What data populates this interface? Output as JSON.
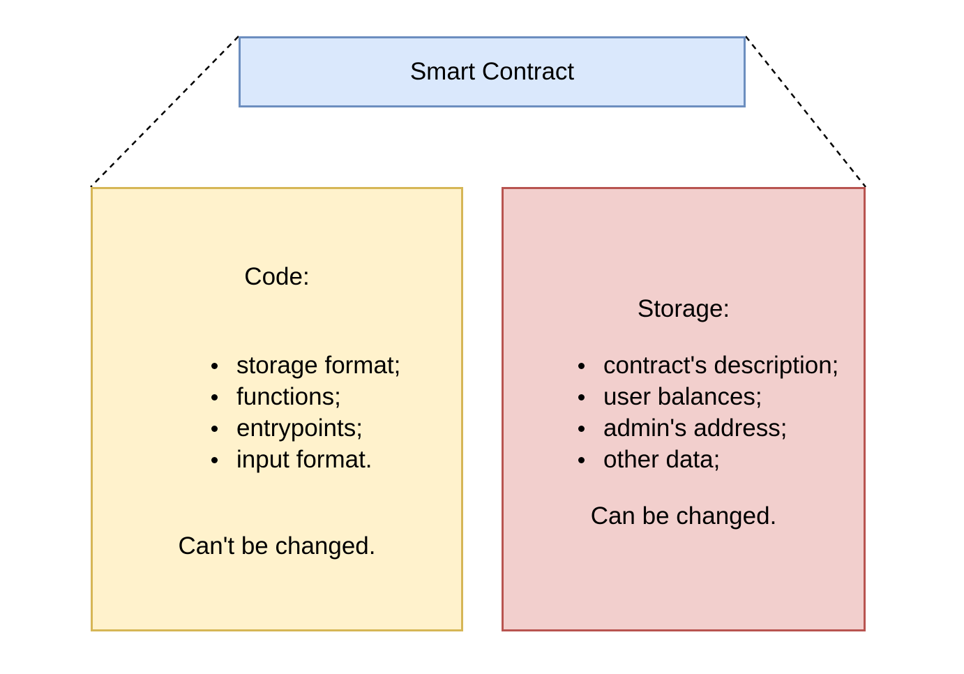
{
  "diagram": {
    "title": "Smart Contract",
    "code": {
      "heading": "Code:",
      "items": [
        "storage format;",
        "functions;",
        "entrypoints;",
        "input format."
      ],
      "footer": "Can't be changed."
    },
    "storage": {
      "heading": "Storage:",
      "items": [
        "contract's description;",
        "user balances;",
        "admin's address;",
        "other data;"
      ],
      "footer": "Can be changed."
    },
    "colors": {
      "title_fill": "#dae8fc",
      "title_stroke": "#6c8ebf",
      "code_fill": "#fff2cc",
      "code_stroke": "#d6b656",
      "storage_fill": "#f2cfcd",
      "storage_stroke": "#b85450"
    }
  }
}
